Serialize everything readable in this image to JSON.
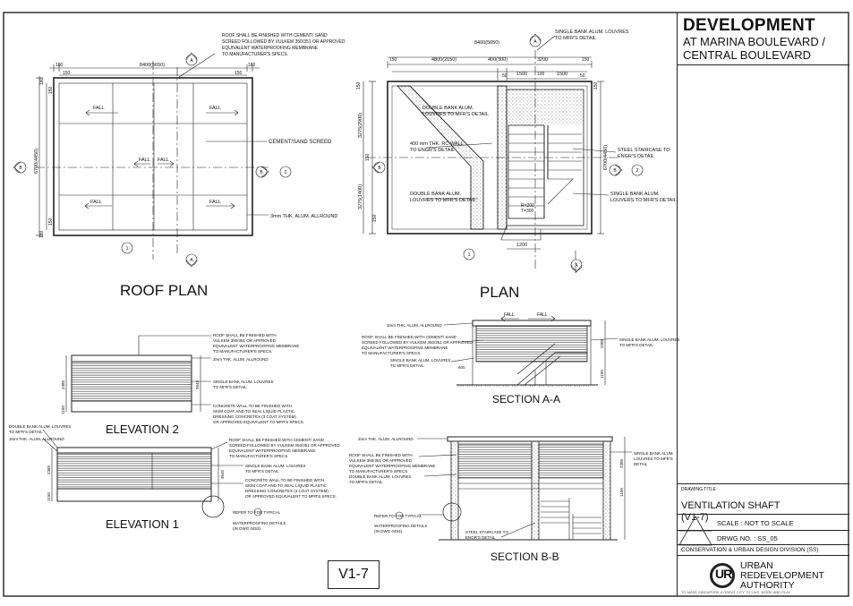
{
  "title_block": {
    "title_line1": "DEVELOPMENT",
    "title_line2": "AT MARINA BOULEVARD /",
    "title_line3": "CENTRAL BOULEVARD",
    "drawing_title_label": "DRAWING TITLE :",
    "drawing_title": "VENTILATION SHAFT",
    "drawing_sub": "(V1-7)",
    "scale": "SCALE : NOT TO SCALE",
    "drwg_no": "DRWG NO. : SS_05",
    "division": "CONSERVATION & URBAN DESIGN DIVISION (SS)",
    "ura_l1": "URBAN",
    "ura_l2": "REDEVELOPMENT",
    "ura_l3": "AUTHORITY",
    "ura_tag": "TO MAKE SINGAPORE A GREAT CITY TO LIVE, WORK AND PLAY",
    "logo_text": "UR"
  },
  "stamp": "V1-7",
  "views": {
    "roof_plan": "ROOF PLAN",
    "plan": "PLAN",
    "elev2": "ELEVATION 2",
    "elev1": "ELEVATION 1",
    "sec_aa": "SECTION  A-A",
    "sec_bb": "SECTION  B-B"
  },
  "roof_plan": {
    "dim_total": "8400(5650)",
    "dim_180a": "180",
    "dim_180b": "180",
    "dim_150a": "150",
    "dim_150b": "150",
    "dim_v": "6700(4450)",
    "dim_v150a": "150",
    "dim_v150b": "150",
    "dim_v180a": "180",
    "dim_v180b": "180",
    "fall": "FALL",
    "note_roof": [
      "ROOF SHALL BE FINISHED WITH CEMENT/ SAND",
      "SCREED FOLLOWED BY VULKEM 350/351 OR APPROVED",
      "EQUIVALENT WATERPROOFING MEMBRANE",
      "TO MANUFACTURER'S SPECS."
    ],
    "note_screed": "CEMENT/SAND SCREED",
    "note_allround": "3mm THK. ALUM. ALLROUND",
    "tag_a": "A",
    "tag_b": "B",
    "tag_1": "1",
    "tag_2": "2"
  },
  "plan": {
    "dim_total": "8400(5650)",
    "d4800": "4800(2150)",
    "d400": "400(300)",
    "d3200": "3200",
    "d150a": "150",
    "d150b": "150",
    "d50a": "50",
    "d50b": "50",
    "d1500a": "1500",
    "d1500b": "1500",
    "d100": "100",
    "d1200": "1200",
    "dv6700": "6700(4450)",
    "dv3275a": "3275(2900)",
    "dv3275b": "3275(1400)",
    "dv150a": "150",
    "dv150b": "150",
    "dv150c": "150",
    "dv150d": "150",
    "note_louvre_top": [
      "SINGLE BANK ALUM. LOUVRES",
      "TO MFR'S DETAIL"
    ],
    "note_double1": [
      "DOUBLE BANK ALUM.",
      "LOUVRES TO MFR'S DETAIL"
    ],
    "note_wall": [
      "400 mm THK. RC WALL",
      "TO ENGR'S DETAIL"
    ],
    "note_double2": [
      "DOUBLE BANK ALUM.",
      "LOUVRES TO MFR'S DETAIL"
    ],
    "note_stair": [
      "STEEL STAIRCASE TO",
      "ENGR'S DETAIL"
    ],
    "note_single": [
      "SINGLE BANK ALUM.",
      "LOUVERS TO MFR'S DETAIL"
    ],
    "stair_r": "R=200",
    "stair_t": "T=300",
    "tag_a": "A",
    "tag_b": "B",
    "tag_1": "1",
    "tag_2": "2"
  },
  "elev2": {
    "note1": [
      "ROOF SHALL BE FINISHED WITH",
      "VULKEM 350/351 OR APPROVED",
      "EQUIVALENT WATERPROOFING MEMBRANE",
      "TO MANUFACTURER'S SPECS."
    ],
    "note2": "3mm THK. ALUM. ALLROUND",
    "note3": [
      "SINGLE BANK ALUM. LOUVRES",
      "TO MFR'S DETAIL"
    ],
    "note4": [
      "CONCRETE WALL TO BE FINISHED WITH",
      "SKIM COAT AND TO SEAL LIQUID PLASTIC",
      "DRESSING CONCRETEX (3 COAT SYSTEM)",
      "OR APPROVED EQUIVALENT TO MFR'S SPECS."
    ],
    "d2485": "2485",
    "d1150": "1150",
    "d3645": "3645"
  },
  "elev1": {
    "note_left1": [
      "DOUBLE BANK ALUM. LOUVRES",
      "TO MFR'S DETAIL"
    ],
    "note_left2": "3mm THK. ALUM. ALLROUND",
    "note1": [
      "ROOF SHALL BE FINISHED WITH CEMENT/ SAND",
      "SCREED FOLLOWED BY VULKEM 350/351 OR APPROVED",
      "EQUIVALENT WATERPROOFING MEMBRANE",
      "TO MANUFACTURER'S SPECS."
    ],
    "note2": [
      "SINGLE BANK ALUM. LOUVRES",
      "TO MFR'S DETAIL"
    ],
    "note3": [
      "CONCRETE WALL TO BE FINISHED WITH",
      "SKIM COAT AND TO SEAL LIQUID PLASTIC",
      "DRESSING CONCRETEX (3 COAT SYSTEM)",
      "OR APPROVED EQUIVALENT TO MFR'S SPECS."
    ],
    "note4": "REFER TO      FOR TYPICAL",
    "note5": [
      "WATERPROOFING DETAILS",
      "(IN DWG 0453)"
    ],
    "d2385": "2385",
    "d1150": "1150",
    "d3645": "3645"
  },
  "sec_aa": {
    "fall": "FALL",
    "note_allround": "3mm THK. ALUM. ALLROUND",
    "note_roof": [
      "ROOF SHALL BE FINISHED WITH CEMENT/ SAND",
      "SCREED FOLLOWED BY VULKEM 350/351 OR APPROVED",
      "EQUIVALENT WATERPROOFING MEMBRANE",
      "TO MANUFACTURER'S SPECS."
    ],
    "note_louvre": [
      "SINGLE BANK ALUM. LOUVRES",
      "TO MFR'S DETAIL"
    ],
    "note_right": [
      "SINGLE BANK ALUM. LOUVRES",
      "TO MFR'S DETAIL"
    ],
    "d600": "600",
    "d2385": "2385",
    "d1150": "1150"
  },
  "sec_bb": {
    "note_allround": "3mm THK. ALUM. ALLROUND",
    "note_roof": [
      "ROOF SHALL BE FINISHED WITH",
      "VULKEM 350/351 OR APPROVED",
      "EQUIVALENT WATERPROOFING MEMBRANE",
      "TO MANUFACTURER'S SPECS.",
      "DOUBLE BANK ALUM. LOUVRES",
      "TO MFR'S DETAIL"
    ],
    "note_right": [
      "SINGLE BANK ALUM.",
      "LOUVRES TO MFR'S",
      "DETAIL"
    ],
    "note_refer": "REFER TO      FOR TYPICAL",
    "note_wp": [
      "WATERPROOFING DETAILS",
      "(IN DWG 0453)"
    ],
    "note_stair": [
      "STEEL STAIRCASE TO",
      "ENGR'S DETAIL"
    ],
    "d2385": "2385",
    "d1150": "1150"
  }
}
